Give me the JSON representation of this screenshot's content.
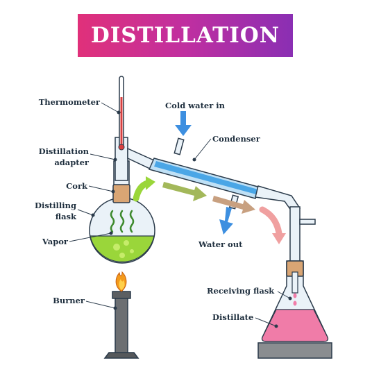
{
  "title": "DISTILLATION",
  "labels": {
    "thermometer": "Thermometer",
    "distillation_adapter_1": "Distillation",
    "distillation_adapter_2": "adapter",
    "cork": "Cork",
    "distilling_flask_1": "Distilling",
    "distilling_flask_2": "flask",
    "vapor": "Vapor",
    "burner": "Burner",
    "cold_water_in": "Cold water in",
    "condenser": "Condenser",
    "water_out": "Water out",
    "receiving_flask": "Receiving flask",
    "distillate": "Distillate"
  },
  "colors": {
    "title_gradient_start": "#e0307a",
    "title_gradient_end": "#8a2fb3",
    "glass": "#eaf2f8",
    "outline": "#2a3a4a",
    "liquid_green": "#9ad63a",
    "vapor_green": "#3e8a2e",
    "condenser_blue": "#4aa6e6",
    "cork": "#d9a574",
    "distillate_pink": "#f07ca8",
    "arrow_blue": "#3d8fe0",
    "flame": "#f39a1c",
    "burner_gray": "#6c6f72",
    "hotplate_gray": "#8a8d90"
  }
}
